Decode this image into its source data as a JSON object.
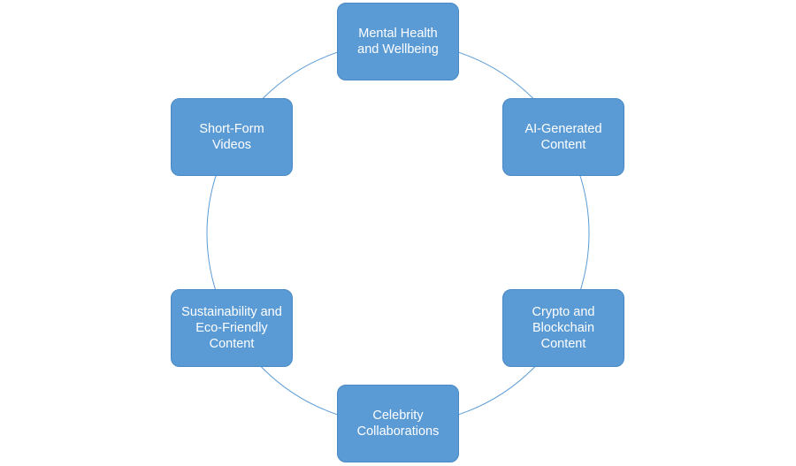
{
  "diagram": {
    "type": "cycle",
    "colors": {
      "node_fill": "#5b9bd5",
      "node_border": "#4a89c4",
      "connector": "#5b9bd5",
      "text": "#ffffff"
    },
    "nodes": [
      {
        "label": "Mental Health\nand Wellbeing"
      },
      {
        "label": "AI-Generated\nContent"
      },
      {
        "label": "Crypto and\nBlockchain\nContent"
      },
      {
        "label": "Celebrity\nCollaborations"
      },
      {
        "label": "Sustainability and\nEco-Friendly\nContent"
      },
      {
        "label": "Short-Form\nVideos"
      }
    ]
  }
}
